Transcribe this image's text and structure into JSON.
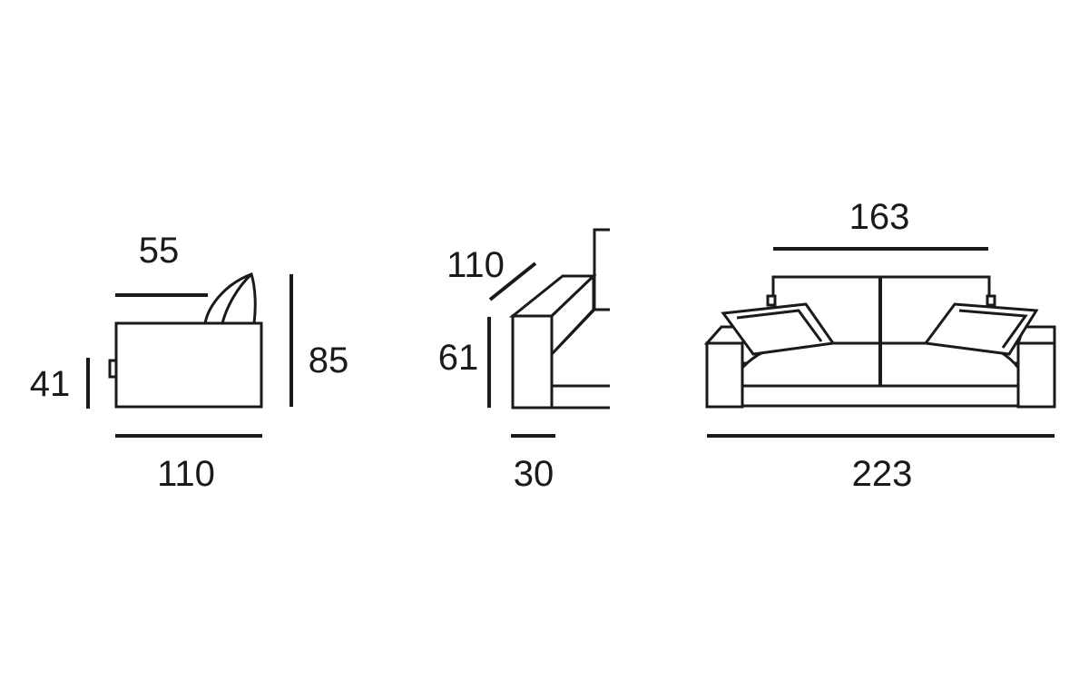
{
  "side_view": {
    "seat_depth": "55",
    "seat_height": "41",
    "total_height": "85",
    "total_depth": "110"
  },
  "detail_view": {
    "diagonal_depth": "110",
    "arm_height": "61",
    "arm_width": "30"
  },
  "front_view": {
    "seat_width": "163",
    "total_width": "223"
  },
  "colors": {
    "line": "#1a1a1a",
    "background": "#ffffff"
  }
}
